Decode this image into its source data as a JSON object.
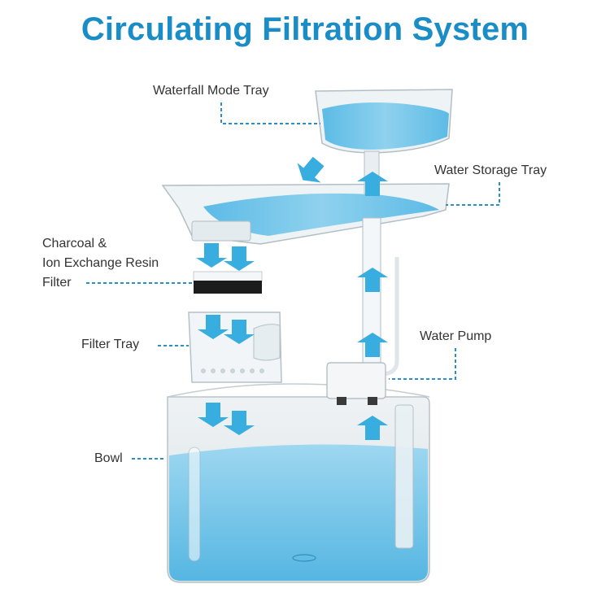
{
  "title": "Circulating Filtration System",
  "labels": {
    "waterfall_tray": "Waterfall Mode Tray",
    "storage_tray": "Water Storage Tray",
    "filter_line1": "Charcoal &",
    "filter_line2": "Ion Exchange Resin",
    "filter_line3": "Filter",
    "filter_tray": "Filter Tray",
    "water_pump": "Water Pump",
    "bowl": "Bowl"
  },
  "colors": {
    "title": "#1a8dc6",
    "water": "#6cc4ea",
    "water_dark": "#3aa4d6",
    "arrow": "#38aee0",
    "leader": "#2a8fc8",
    "plastic_edge": "#b9c3c8"
  }
}
